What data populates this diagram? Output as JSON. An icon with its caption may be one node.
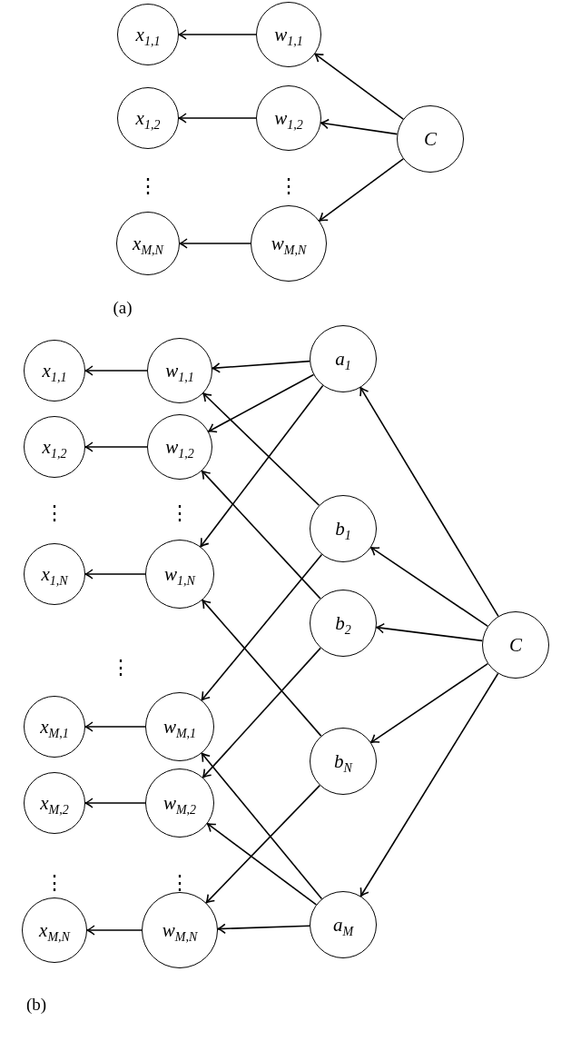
{
  "diagram": {
    "nodes": [
      {
        "text": [
          "x$_{1,1}$"
        ]
      },
      {
        "text": [
          "w$_{1,1}$"
        ]
      },
      {
        "text": [
          "x$_{1,2}$"
        ]
      },
      {
        "text": [
          "w$_{1,2}$"
        ]
      },
      {
        "text": [
          "C"
        ]
      },
      {
        "text": [
          "x$_{M,N}$"
        ]
      },
      {
        "text": [
          "w$_{M,N}$"
        ]
      },
      {
        "text": [
          "x$_{1,1}$"
        ]
      },
      {
        "text": [
          "w$_{1,1}$"
        ]
      },
      {
        "text": [
          "a$_{1}$"
        ]
      },
      {
        "text": [
          "x$_{1,2}$"
        ]
      },
      {
        "text": [
          "w$_{1,2}$"
        ]
      },
      {
        "text": [
          "b$_{1}$"
        ]
      },
      {
        "text": [
          "x$_{1,N}$"
        ]
      },
      {
        "text": [
          "w$_{1,N}$"
        ]
      },
      {
        "text": [
          "b$_{2}$"
        ]
      },
      {
        "text": [
          "C"
        ]
      },
      {
        "text": [
          "x$_{M,1}$"
        ]
      },
      {
        "text": [
          "w$_{M,1}$"
        ]
      },
      {
        "text": [
          "b$_{N}$"
        ]
      },
      {
        "text": [
          "x$_{M,2}$"
        ]
      },
      {
        "text": [
          "w$_{M,2}$"
        ]
      },
      {
        "text": [
          "a$_{M}$"
        ]
      },
      {
        "text": [
          "x$_{M,N}$"
        ]
      },
      {
        "text": [
          "w$_{M,N}$"
        ]
      }
    ],
    "edges": [
      {
        "from": 1,
        "to": 0,
        "arrow": "to"
      },
      {
        "from": 3,
        "to": 2,
        "arrow": "to"
      },
      {
        "from": 6,
        "to": 5,
        "arrow": "to"
      },
      {
        "from": 4,
        "to": 1,
        "arrow": "to"
      },
      {
        "from": 4,
        "to": 3,
        "arrow": "to"
      },
      {
        "from": 4,
        "to": 6,
        "arrow": "to"
      },
      {
        "from": 8,
        "to": 7,
        "arrow": "to"
      },
      {
        "from": 11,
        "to": 10,
        "arrow": "to"
      },
      {
        "from": 14,
        "to": 13,
        "arrow": "to"
      },
      {
        "from": 18,
        "to": 17,
        "arrow": "to"
      },
      {
        "from": 21,
        "to": 20,
        "arrow": "to"
      },
      {
        "from": 24,
        "to": 23,
        "arrow": "to"
      },
      {
        "from": 9,
        "to": 8,
        "arrow": "to"
      },
      {
        "from": 9,
        "to": 11,
        "arrow": "to"
      },
      {
        "from": 9,
        "to": 14,
        "arrow": "to"
      },
      {
        "from": 12,
        "to": 8,
        "arrow": "to"
      },
      {
        "from": 12,
        "to": 18,
        "arrow": "to"
      },
      {
        "from": 15,
        "to": 11,
        "arrow": "to"
      },
      {
        "from": 15,
        "to": 21,
        "arrow": "to"
      },
      {
        "from": 19,
        "to": 14,
        "arrow": "to"
      },
      {
        "from": 19,
        "to": 24,
        "arrow": "to"
      },
      {
        "from": 22,
        "to": 18,
        "arrow": "to"
      },
      {
        "from": 22,
        "to": 21,
        "arrow": "to"
      },
      {
        "from": 22,
        "to": 24,
        "arrow": "to"
      },
      {
        "from": 16,
        "to": 9,
        "arrow": "to"
      },
      {
        "from": 16,
        "to": 12,
        "arrow": "to"
      },
      {
        "from": 16,
        "to": 15,
        "arrow": "to"
      },
      {
        "from": 16,
        "to": 19,
        "arrow": "to"
      },
      {
        "from": 16,
        "to": 22,
        "arrow": "to"
      }
    ],
    "labels": [
      "⋮",
      "⋮",
      "(a)",
      "⋮",
      "⋮",
      "⋮",
      "⋮",
      "⋮",
      "(b)"
    ]
  }
}
